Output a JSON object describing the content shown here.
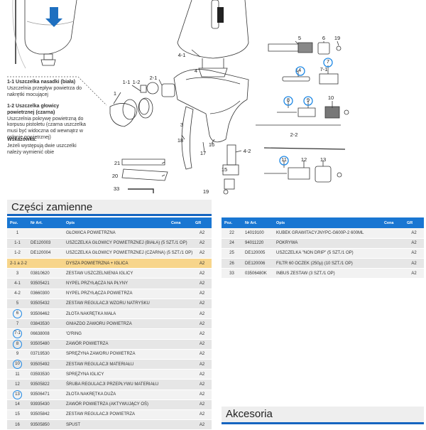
{
  "diagram": {
    "notes": [
      {
        "title": "1-1 Uszczelka nasadki (biała)",
        "body": "Uszczelnia przepływ powietrza do nakrętki mocującej"
      },
      {
        "title": "1-2 Uszczelka głowicy powietrznej (czarna)",
        "body": "Uszczelnia pokrywę powietrzną do korpusu pistoletu (czarna uszczelka musi być widoczna od wewnątrz w osłonie powietrznej)"
      },
      {
        "title": "Wskazówka:",
        "body": "Jeżeli występują dwie uszczelki należy wymienić obie"
      }
    ],
    "part_labels": [
      "1-1",
      "1-2",
      "2-1",
      "1",
      "4-1",
      "4",
      "5",
      "6",
      "19",
      "14",
      "7-1",
      "7",
      "8",
      "9",
      "10",
      "3",
      "18",
      "17",
      "16",
      "4-2",
      "15",
      "2-2",
      "11",
      "12",
      "13",
      "21",
      "20",
      "33",
      "19"
    ]
  },
  "spare_parts": {
    "title": "Części zamienne",
    "headers": [
      "Poz.",
      "Nr Art.",
      "Opis",
      "Cena",
      "GR"
    ],
    "rows": [
      {
        "poz": "1",
        "nr": "",
        "opis": "GŁOWICA POWIETRZNA",
        "cena": "",
        "gr": "A2",
        "circled": false,
        "hl": false
      },
      {
        "poz": "1-1",
        "nr": "DE120003",
        "opis": "USZCZELKA GŁOWICY POWIETRZNEJ (BIAŁA) (5 SZT./1 OP)",
        "cena": "",
        "gr": "A2",
        "circled": false,
        "hl": false
      },
      {
        "poz": "1-2",
        "nr": "DE120004",
        "opis": "USZCZELKA GŁOWICY POWIETRZNEJ (CZARNA) (5 SZT./1 OP)",
        "cena": "",
        "gr": "A2",
        "circled": false,
        "hl": false
      },
      {
        "poz": "2-1 a 2-2",
        "nr": "",
        "opis": "DYSZA POWIETRZNA + IGLICA",
        "cena": "",
        "gr": "A2",
        "circled": false,
        "hl": true
      },
      {
        "poz": "3",
        "nr": "03810620",
        "opis": "ZESTAW USZCZELNIENIA IGLICY",
        "cena": "",
        "gr": "A2",
        "circled": false,
        "hl": false
      },
      {
        "poz": "4-1",
        "nr": "93505421",
        "opis": "NYPEL PRZYŁĄCZA NA PŁYNY",
        "cena": "",
        "gr": "A2",
        "circled": false,
        "hl": false
      },
      {
        "poz": "4-2",
        "nr": "03660300",
        "opis": "NYPEL PRZYŁĄCZA POWIETRZA",
        "cena": "",
        "gr": "A2",
        "circled": false,
        "hl": false
      },
      {
        "poz": "5",
        "nr": "93505432",
        "opis": "ZESTAW REGULACJI WZORU NATRYSKU",
        "cena": "",
        "gr": "A2",
        "circled": false,
        "hl": false
      },
      {
        "poz": "6",
        "nr": "93506462",
        "opis": "ZŁOTA NAKRĘTKA MAŁA",
        "cena": "",
        "gr": "A2",
        "circled": true,
        "hl": false
      },
      {
        "poz": "7",
        "nr": "03843530",
        "opis": "GNIAZDO ZAWORU POWIETRZA",
        "cena": "",
        "gr": "A2",
        "circled": false,
        "hl": false
      },
      {
        "poz": "7-1",
        "nr": "06638008",
        "opis": "'O'RING",
        "cena": "",
        "gr": "A2",
        "circled": true,
        "hl": false
      },
      {
        "poz": "8",
        "nr": "93505480",
        "opis": "ZAWÓR POWIETRZA",
        "cena": "",
        "gr": "A2",
        "circled": true,
        "hl": false
      },
      {
        "poz": "9",
        "nr": "03719530",
        "opis": "SPRĘŻYNA ZAWORU POWIETRZA",
        "cena": "",
        "gr": "A2",
        "circled": false,
        "hl": false
      },
      {
        "poz": "10",
        "nr": "93505492",
        "opis": "ZESTAW REGULACJI MATERIAŁU",
        "cena": "",
        "gr": "A2",
        "circled": true,
        "hl": false
      },
      {
        "poz": "11",
        "nr": "03593530",
        "opis": "SPRĘŻYNA IGLICY",
        "cena": "",
        "gr": "A2",
        "circled": false,
        "hl": false
      },
      {
        "poz": "12",
        "nr": "93505822",
        "opis": "ŚRUBA REGULACJI PRZEPŁYWU MATERIAŁU",
        "cena": "",
        "gr": "A2",
        "circled": false,
        "hl": false
      },
      {
        "poz": "13",
        "nr": "93506471",
        "opis": "ZŁOTA NAKRĘTKA DUŻA",
        "cena": "",
        "gr": "A2",
        "circled": true,
        "hl": false
      },
      {
        "poz": "14",
        "nr": "93935430",
        "opis": "ZAWÓR POWIETRZA (AKTYWUJĄCY OŚ)",
        "cena": "",
        "gr": "A2",
        "circled": false,
        "hl": false
      },
      {
        "poz": "15",
        "nr": "93505842",
        "opis": "ZESTAW REGULACJI POWIETRZA",
        "cena": "",
        "gr": "A2",
        "circled": false,
        "hl": false
      },
      {
        "poz": "16",
        "nr": "93505850",
        "opis": "SPUST",
        "cena": "",
        "gr": "A2",
        "circled": false,
        "hl": false
      }
    ],
    "right_rows": [
      {
        "poz": "22",
        "nr": "14019100",
        "opis": "KUBEK GRAWITACYJNYPC-G600P-2 600ML",
        "cena": "",
        "gr": "A2"
      },
      {
        "poz": "24",
        "nr": "94011220",
        "opis": "POKRYWA",
        "cena": "",
        "gr": "A2"
      },
      {
        "poz": "25",
        "nr": "DE120005",
        "opis": "USZCZELKA \"NON DRIP\" (5 SZT./1 OP)",
        "cena": "",
        "gr": "A2"
      },
      {
        "poz": "26",
        "nr": "DE120006",
        "opis": "FILTR 60 OCZEK (250µ) (10 SZT./1 OP)",
        "cena": "",
        "gr": "A2"
      },
      {
        "poz": "33",
        "nr": "03506480K",
        "opis": "INBUS ZESTAW (3 SZT./1 OP)",
        "cena": "",
        "gr": "A2"
      }
    ]
  },
  "accessories": {
    "title": "Akcesoria"
  },
  "colors": {
    "accent": "#1976d2",
    "highlight": "#f7d58b",
    "circle": "#1e88e5"
  }
}
